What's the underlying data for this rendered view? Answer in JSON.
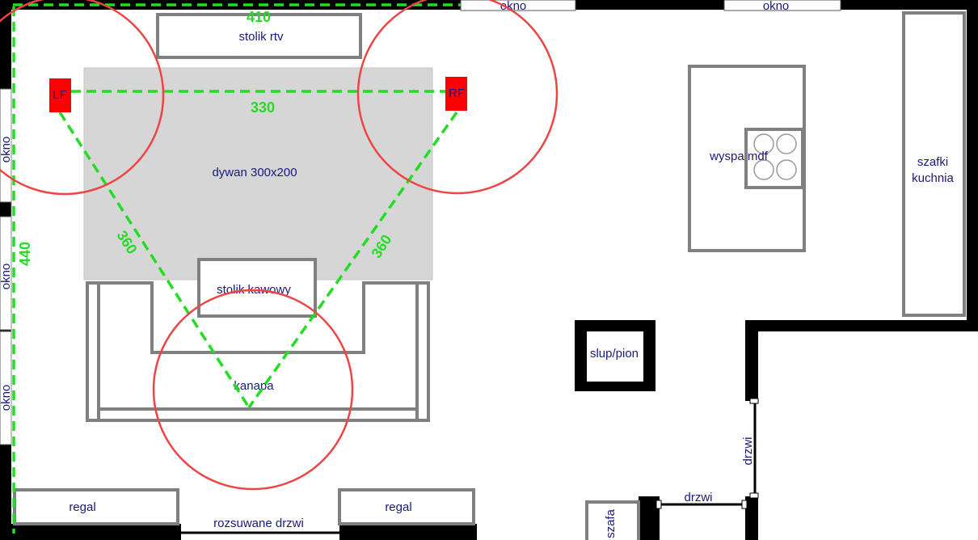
{
  "labels": {
    "window_top_1": "okno",
    "window_top_2": "okno",
    "window_left_1": "okno",
    "window_left_2": "okno",
    "window_left_3": "okno",
    "tv_stand": "stolik rtv",
    "rug": "dywan 300x200",
    "coffee_table": "stolik kawowy",
    "sofa": "kanapa",
    "kitchen_island": "wyspa mdf",
    "kitchen_cabinets_line1": "szafki",
    "kitchen_cabinets_line2": "kuchnia",
    "pillar": "slup/pion",
    "door_vertical": "drzwi",
    "door_horizontal": "drzwi",
    "wardrobe": "szafa",
    "shelf_left": "regal",
    "shelf_right": "regal",
    "sliding_door": "rozsuwane drzwi"
  },
  "speakers": {
    "left_front": "LF",
    "right_front": "RF"
  },
  "dimensions": {
    "top_width": "410",
    "left_height": "440",
    "speaker_spacing": "330",
    "left_diagonal": "360",
    "right_diagonal": "360"
  },
  "colors": {
    "wall": "#000000",
    "furniture_outline": "#808080",
    "rug_fill": "#d6d6d6",
    "speaker": "#ff0000",
    "dimension_line": "#22dd22",
    "circle": "#ee4444",
    "label_text": "#1a1a7a"
  }
}
